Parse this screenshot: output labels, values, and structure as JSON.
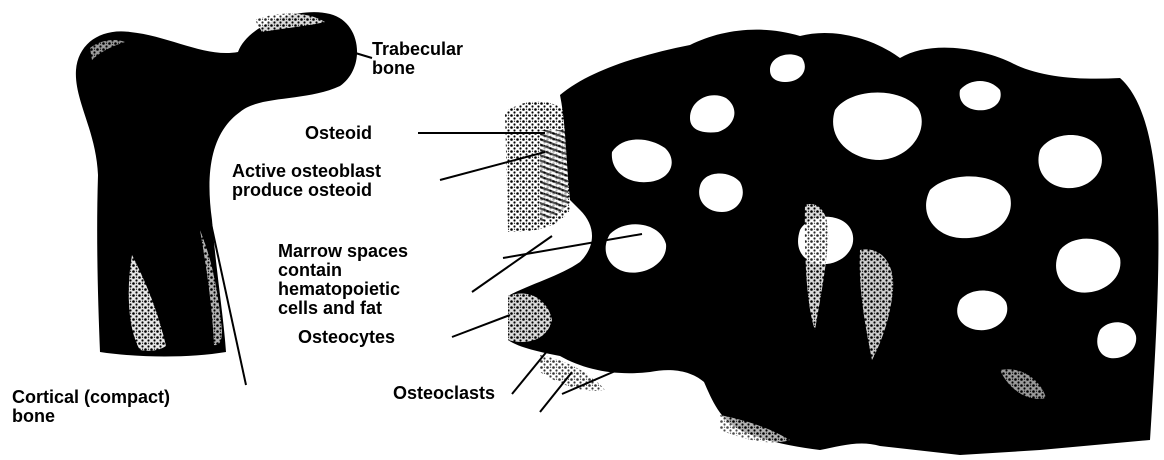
{
  "diagram": {
    "labels": {
      "trabecular_bone": [
        "Trabecular",
        "bone"
      ],
      "osteoid": [
        "Osteoid"
      ],
      "active_osteoblast": [
        "Active osteoblast",
        "produce osteoid"
      ],
      "marrow_spaces": [
        "Marrow spaces",
        "contain",
        "hematopoietic",
        "cells and fat"
      ],
      "osteocytes": [
        "Osteocytes"
      ],
      "osteoclasts": [
        "Osteoclasts"
      ],
      "cortical_bone": [
        "Cortical (compact)",
        "bone"
      ]
    },
    "colors": {
      "ink": "#000000",
      "background": "#ffffff"
    }
  }
}
